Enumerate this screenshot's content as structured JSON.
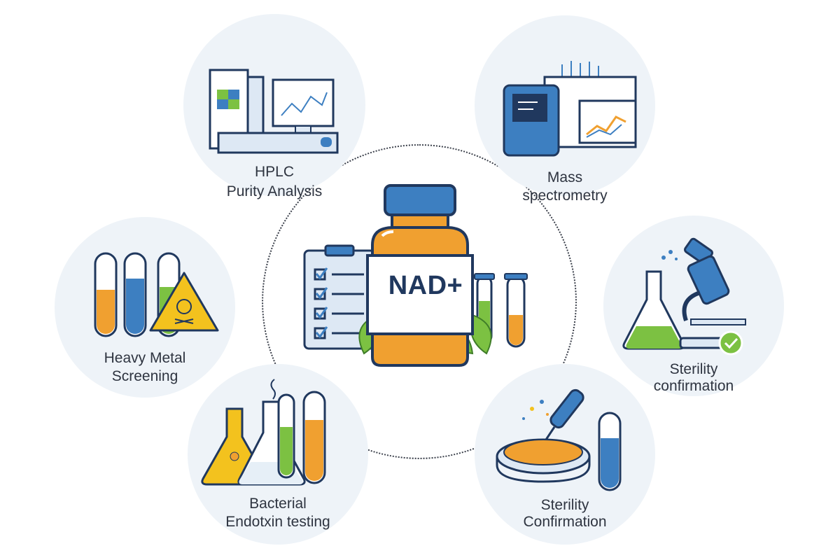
{
  "center": {
    "product_label": "NAD+"
  },
  "tests": [
    {
      "id": "hplc",
      "line1": "HPLC",
      "line2": "Purity Analysis"
    },
    {
      "id": "mass",
      "line1": "Mass",
      "line2": "spectrometry"
    },
    {
      "id": "heavy",
      "line1": "Heavy Metal",
      "line2": "Screening"
    },
    {
      "id": "sterility1",
      "line1": "Sterility",
      "line2": "confirmation"
    },
    {
      "id": "endotoxin",
      "line1": "Bacterial",
      "line2": "Endotxin testing"
    },
    {
      "id": "sterility2",
      "line1": "Sterility",
      "line2": "Confirmation"
    }
  ],
  "colors": {
    "navy": "#20385e",
    "blue": "#3d7fc1",
    "orange": "#f0a030",
    "green": "#7cc142",
    "yellow": "#f3c21e",
    "node_bg": "#eef3f8"
  }
}
